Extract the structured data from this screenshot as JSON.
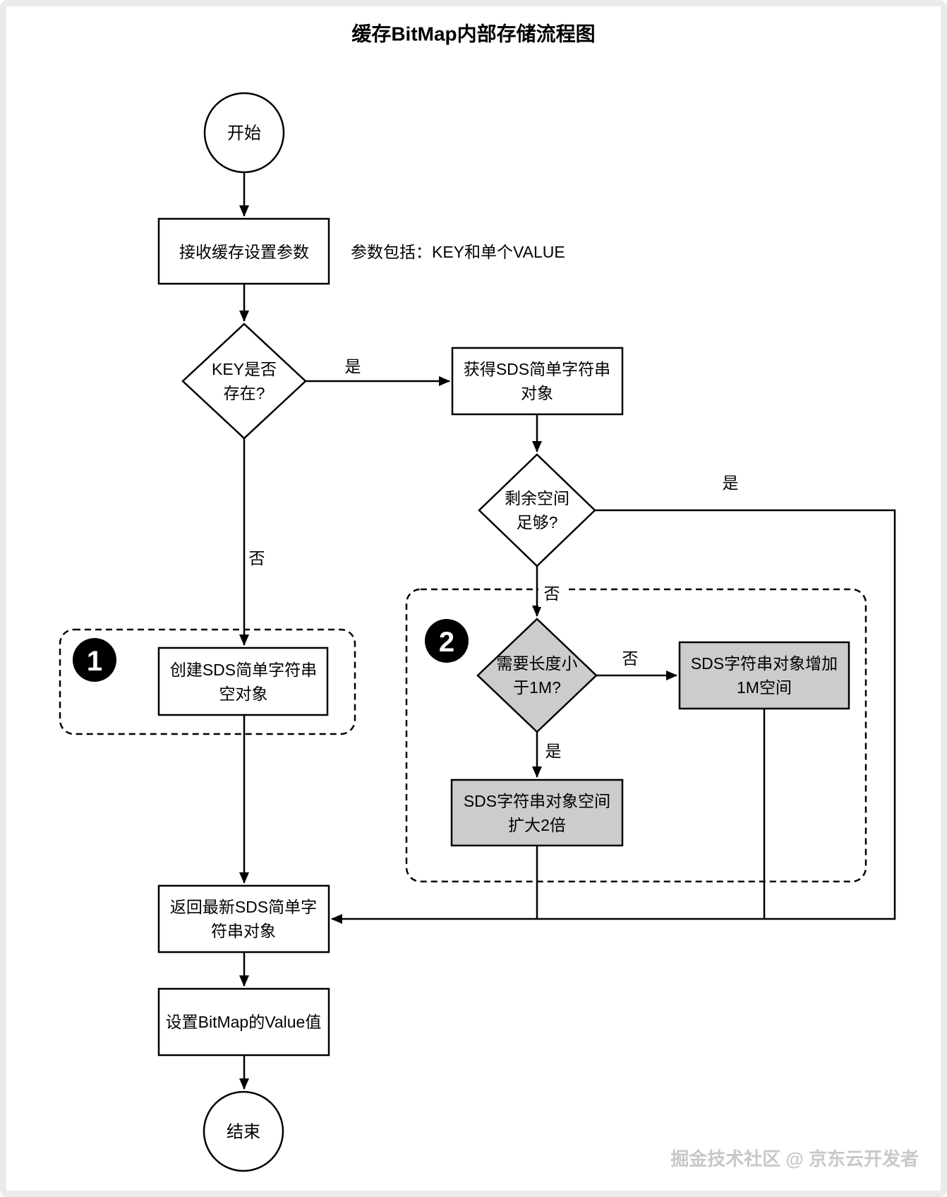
{
  "title": "缓存BitMap内部存储流程图",
  "nodes": {
    "start": {
      "label": "开始"
    },
    "receive_params": {
      "label": "接收缓存设置参数"
    },
    "params_note": {
      "label": "参数包括：KEY和单个VALUE"
    },
    "key_exists": {
      "lines": [
        "KEY是否",
        "存在?"
      ]
    },
    "get_sds": {
      "lines": [
        "获得SDS简单字符串",
        "对象"
      ]
    },
    "space_enough": {
      "lines": [
        "剩余空间",
        "足够?"
      ]
    },
    "create_sds": {
      "lines": [
        "创建SDS简单字符串",
        "空对象"
      ]
    },
    "need_len_lt_1m": {
      "lines": [
        "需要长度小",
        "于1M?"
      ]
    },
    "add_1m_space": {
      "lines": [
        "SDS字符串对象增加",
        "1M空间"
      ]
    },
    "expand_2x": {
      "lines": [
        "SDS字符串对象空间",
        "扩大2倍"
      ]
    },
    "return_sds": {
      "lines": [
        "返回最新SDS简单字",
        "符串对象"
      ]
    },
    "set_bitmap_value": {
      "label": "设置BitMap的Value值"
    },
    "end": {
      "label": "结束"
    }
  },
  "badges": {
    "group1": "1",
    "group2": "2"
  },
  "edge_labels": {
    "key_yes": "是",
    "key_no": "否",
    "space_yes": "是",
    "space_no": "否",
    "len_yes": "是",
    "len_no": "否"
  },
  "watermark": "掘金技术社区 @ 京东云开发者",
  "colors": {
    "line": "#000000",
    "gray_fill": "#cccccc",
    "white_fill": "#ffffff",
    "page_frame": "#ebebeb",
    "watermark": "#c8c8c8"
  }
}
